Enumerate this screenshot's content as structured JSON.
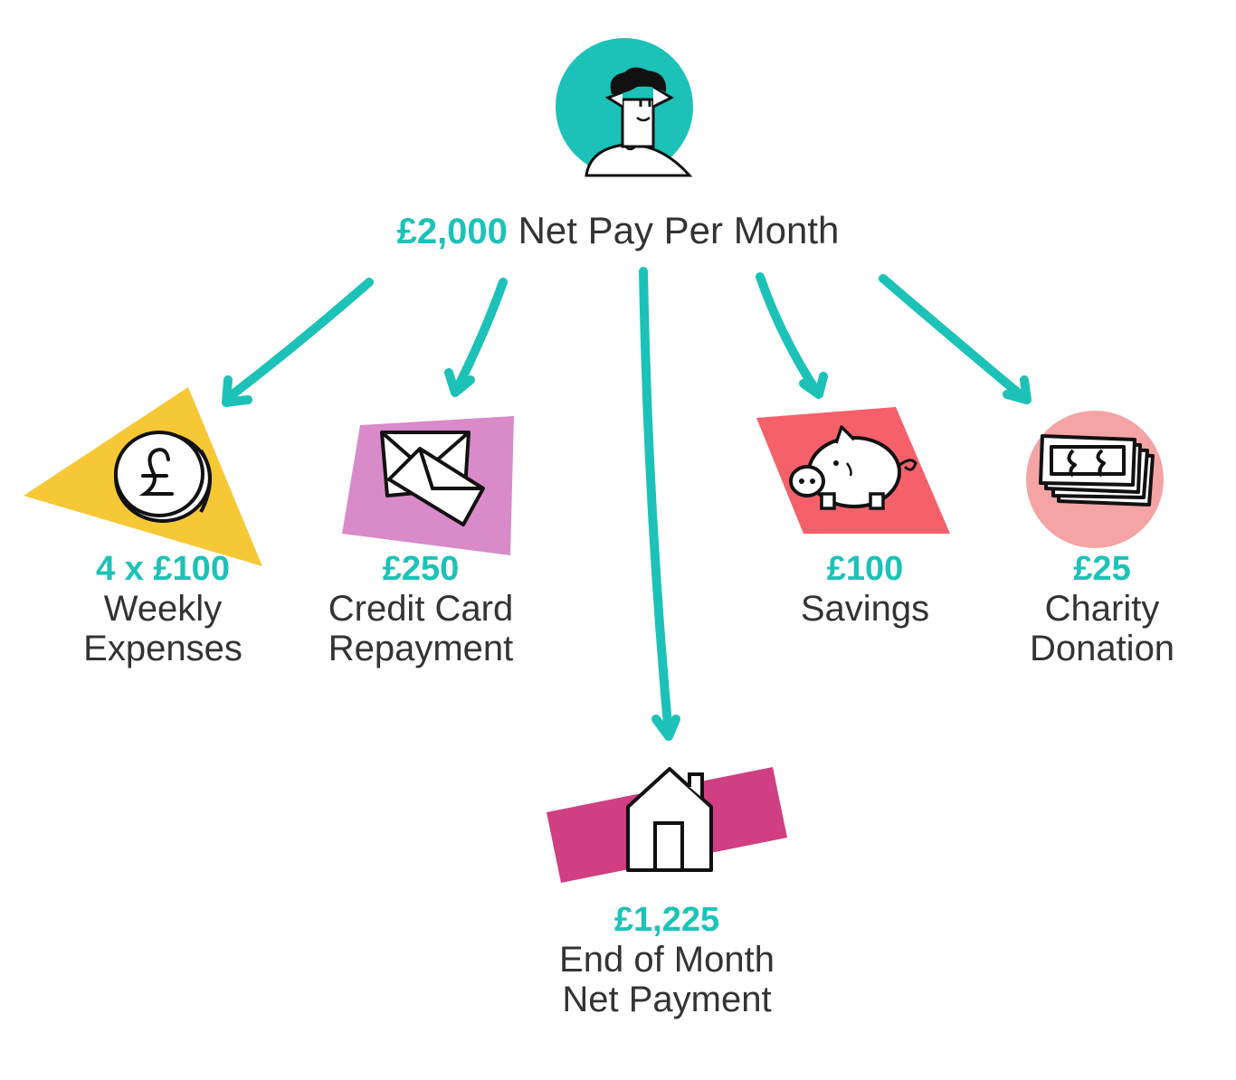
{
  "headline": {
    "amount": "£2,000",
    "text": "Net Pay Per Month"
  },
  "items": [
    {
      "amount": "4 x £100",
      "line1": "Weekly",
      "line2": "Expenses",
      "icon": "pound-coin-icon",
      "color": "#f7c836"
    },
    {
      "amount": "£250",
      "line1": "Credit Card",
      "line2": "Repayment",
      "icon": "envelopes-icon",
      "color": "#d98ac8"
    },
    {
      "amount": "£1,225",
      "line1": "End of Month",
      "line2": "Net Payment",
      "icon": "house-icon",
      "color": "#cf3f82"
    },
    {
      "amount": "£100",
      "line1": "Savings",
      "line2": "",
      "icon": "piggy-bank-icon",
      "color": "#f6606a"
    },
    {
      "amount": "£25",
      "line1": "Charity",
      "line2": "Donation",
      "icon": "banknotes-icon",
      "color": "#f4a4a4"
    }
  ],
  "colors": {
    "accent": "#1cc2b8",
    "text": "#333333"
  }
}
